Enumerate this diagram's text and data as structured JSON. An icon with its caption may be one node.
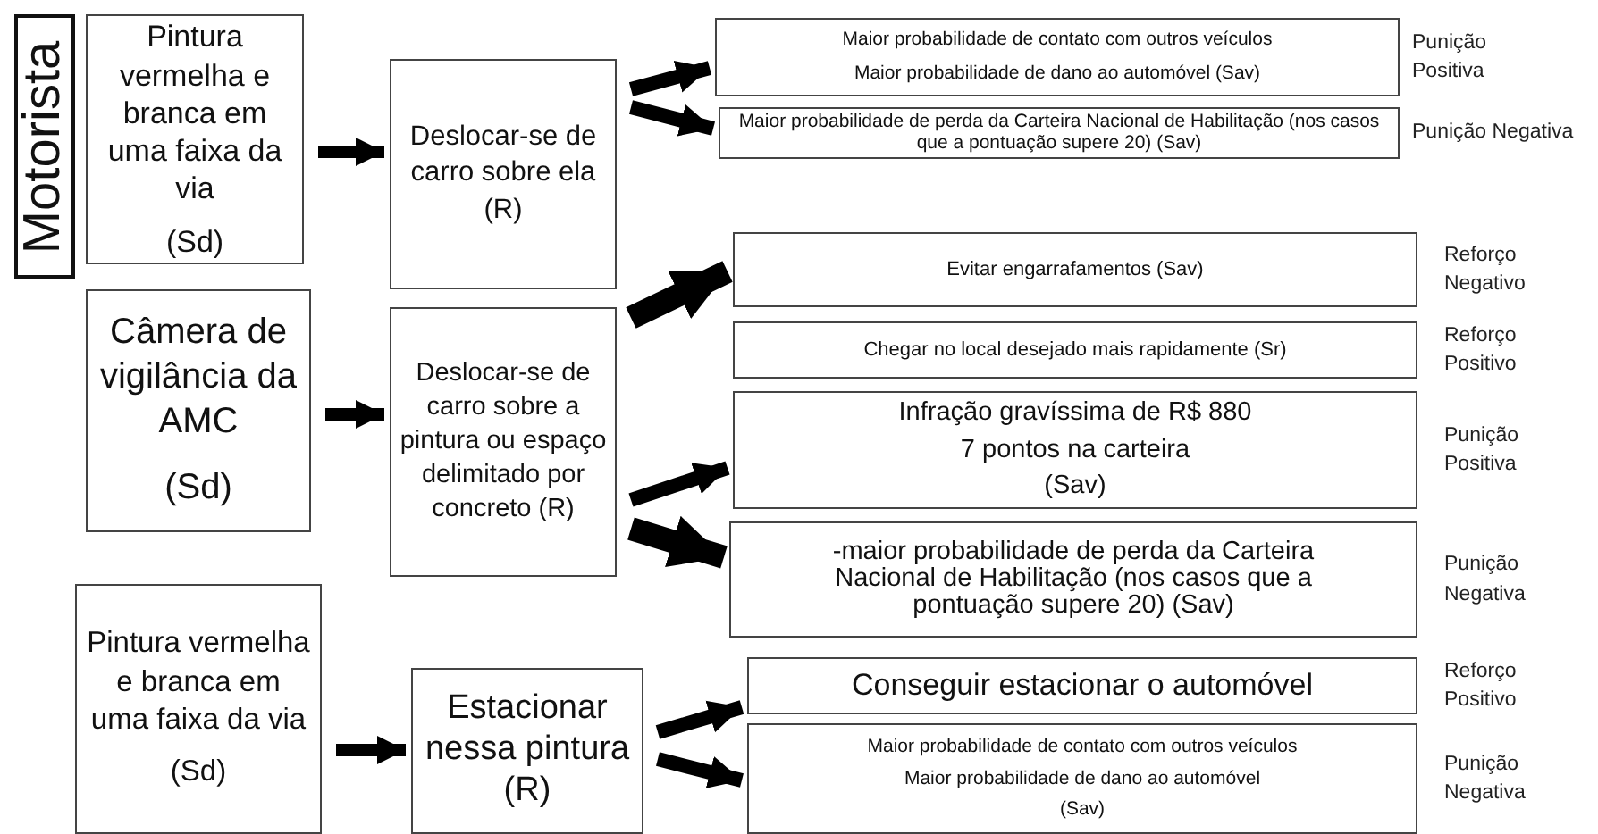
{
  "diagram": {
    "nodes": [
      {
        "text": [
          "Motorista"
        ]
      },
      {
        "text": [
          "Pintura vermelha e branca em uma faixa da via",
          "(Sd)"
        ]
      },
      {
        "text": [
          "Deslocar-se de carro sobre ela (R)"
        ]
      },
      {
        "text": [
          "Maior probabilidade de contato com outros veículos",
          "Maior probabilidade de dano ao automóvel (Sav)"
        ],
        "beside": [
          "Punição Positiva"
        ]
      },
      {
        "text": [
          "Maior probabilidade de perda da Carteira Nacional de Habilitação (nos casos que a pontuação supere 20) (Sav)"
        ],
        "beside": [
          "Punição Negativa"
        ]
      },
      {
        "text": [
          "Câmera de vigilância da AMC",
          "(Sd)"
        ]
      },
      {
        "text": [
          "Deslocar-se de carro sobre a pintura ou espaço delimitado por concreto (R)"
        ]
      },
      {
        "text": [
          "Evitar engarrafamentos (Sav)"
        ],
        "beside": [
          "Reforço Negativo"
        ]
      },
      {
        "text": [
          "Chegar no local desejado mais rapidamente (Sr)"
        ],
        "beside": [
          "Reforço Positivo"
        ]
      },
      {
        "text": [
          "Infração gravíssima de R$ 880",
          "7 pontos na carteira",
          "(Sav)"
        ],
        "beside": [
          "Punição Positiva"
        ]
      },
      {
        "text": [
          "-maior probabilidade de perda da Carteira Nacional de Habilitação (nos casos que a pontuação supere 20) (Sav)"
        ],
        "beside": [
          "Punição Negativa"
        ]
      },
      {
        "text": [
          "Pintura vermelha e branca em uma faixa da via",
          "(Sd)"
        ]
      },
      {
        "text": [
          "Estacionar nessa pintura",
          "(R)"
        ]
      },
      {
        "text": [
          "Conseguir estacionar o automóvel"
        ],
        "beside": [
          "Reforço Positivo"
        ]
      },
      {
        "text": [
          "Maior probabilidade de contato com outros veículos",
          "Maior probabilidade de dano ao automóvel",
          "(Sav)"
        ],
        "beside": [
          "Punição Negativa"
        ]
      }
    ],
    "edges": [
      {
        "from": 1,
        "to": 2,
        "arrow": "to"
      },
      {
        "from": 2,
        "to": 3,
        "arrow": "to"
      },
      {
        "from": 2,
        "to": 4,
        "arrow": "to"
      },
      {
        "from": 5,
        "to": 6,
        "arrow": "to"
      },
      {
        "from": 6,
        "to": 7,
        "arrow": "to"
      },
      {
        "from": 6,
        "to": 9,
        "arrow": "to"
      },
      {
        "from": 6,
        "to": 10,
        "arrow": "to"
      },
      {
        "from": 11,
        "to": 12,
        "arrow": "to"
      },
      {
        "from": 12,
        "to": 13,
        "arrow": "to"
      },
      {
        "from": 12,
        "to": 14,
        "arrow": "to"
      }
    ]
  }
}
